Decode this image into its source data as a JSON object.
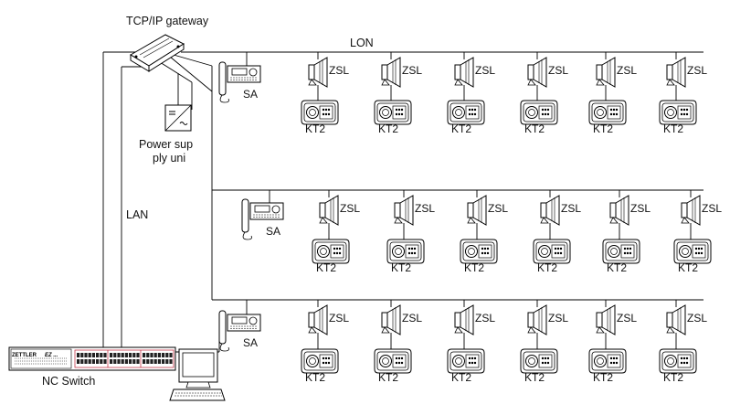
{
  "labels": {
    "gateway": "TCP/IP gateway",
    "lon": "LON",
    "lan": "LAN",
    "power_line1": "Power sup",
    "power_line2": "ply uni",
    "nc_switch": "NC Switch"
  },
  "devices": {
    "sa_label": "SA",
    "zsl_label": "ZSL",
    "kt2_label": "KT2"
  },
  "switch_panel": {
    "brand": "ZETTLER",
    "model": "EZ ..."
  },
  "rows": [
    {
      "name": "row-1",
      "stations": 6
    },
    {
      "name": "row-2",
      "stations": 6
    },
    {
      "name": "row-3",
      "stations": 6
    }
  ]
}
